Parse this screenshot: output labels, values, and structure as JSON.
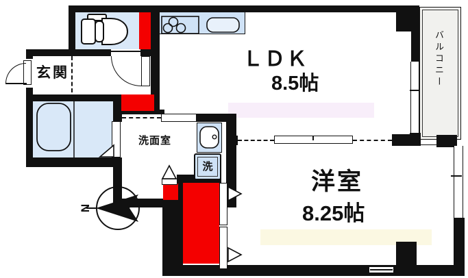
{
  "rooms": {
    "entrance": {
      "label": "玄関"
    },
    "ldk": {
      "label": "ＬＤＫ",
      "size": "8.5帖"
    },
    "western": {
      "label": "洋室",
      "size": "8.25帖"
    },
    "washroom": {
      "label": "洗面室"
    },
    "washer": {
      "label": "洗"
    },
    "balcony": {
      "label": "バルコニー"
    }
  },
  "compass": {
    "north_label": "N"
  },
  "colors": {
    "wall_black": "#111111",
    "shaft_red": "#f40000",
    "room_floor_blue": "#d9e8f8",
    "fixture_blue": "#cfe2f6",
    "ldk_accent_pink": "#f8eefa",
    "western_room_accent_yellow": "#fbf8e2",
    "balcony_gray": "#f1f1ee"
  },
  "icons": {
    "toilet": "toilet-icon",
    "stove": "stove-icon",
    "sink": "sink-icon",
    "bathtub": "bathtub-icon",
    "washbasin": "washbasin-icon",
    "compass": "compass-icon"
  }
}
